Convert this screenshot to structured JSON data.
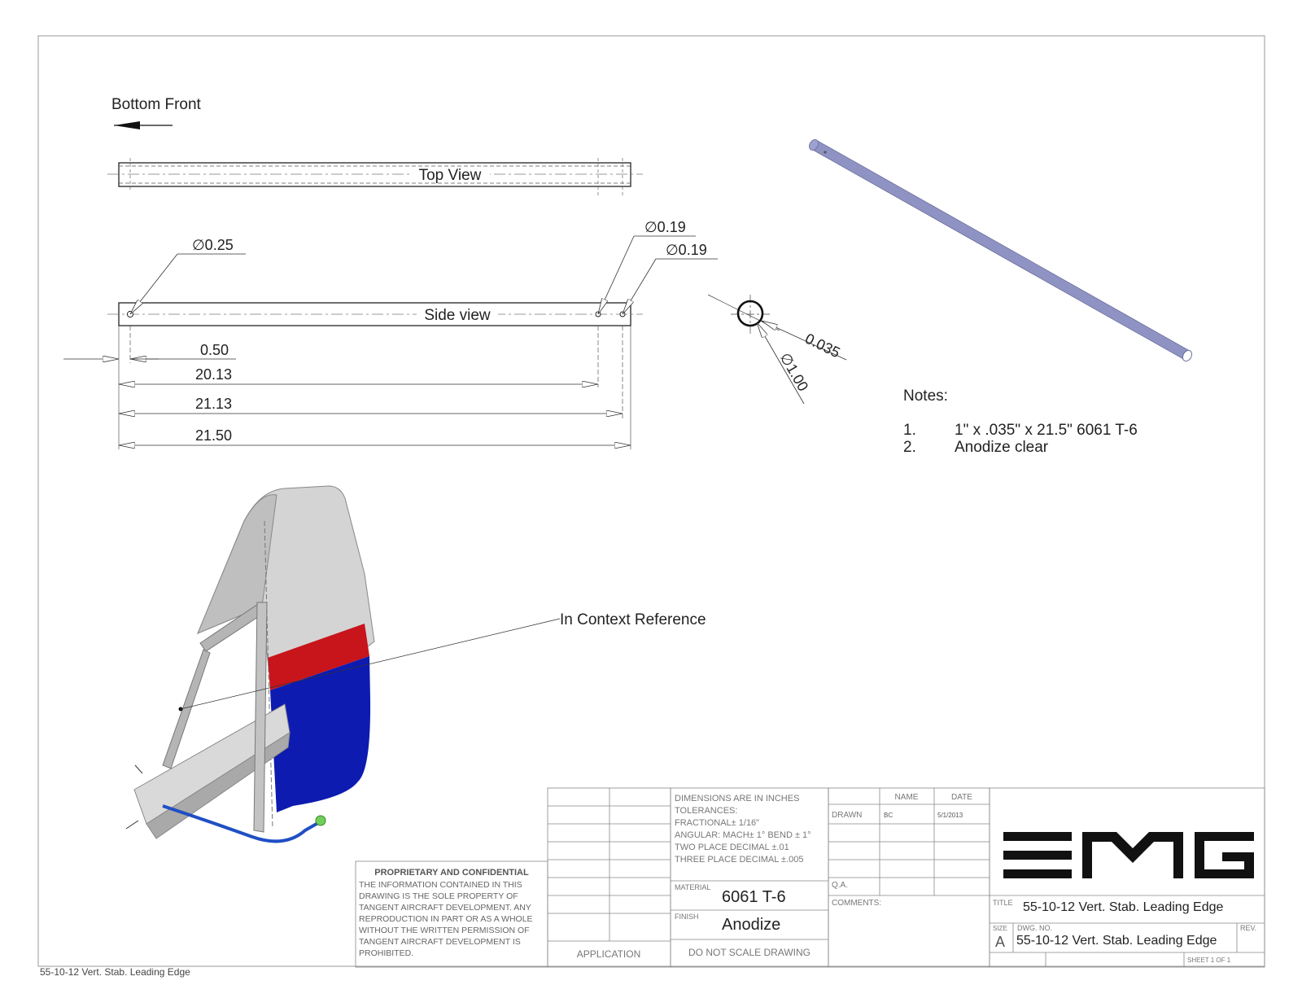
{
  "views": {
    "orientation_label": "Bottom Front",
    "top_view_label": "Top View",
    "side_view_label": "Side view"
  },
  "dimensions": {
    "hole_large": "∅0.25",
    "hole_small_1": "∅0.19",
    "hole_small_2": "∅0.19",
    "dim_050": "0.50",
    "dim_2013": "20.13",
    "dim_2113": "21.13",
    "dim_2150": "21.50",
    "wall": "0.035",
    "diameter": "∅1.00"
  },
  "notes": {
    "heading": "Notes:",
    "items": [
      {
        "num": "1.",
        "text": "1\" x .035\" x 21.5\"  6061 T-6"
      },
      {
        "num": "2.",
        "text": "Anodize clear"
      }
    ]
  },
  "callout": {
    "context_reference": "In Context Reference"
  },
  "title_block": {
    "proprietary": {
      "heading": "PROPRIETARY AND CONFIDENTIAL",
      "lines": [
        "THE INFORMATION CONTAINED IN THIS",
        "DRAWING IS THE SOLE PROPERTY OF",
        "TANGENT AIRCRAFT DEVELOPMENT.  ANY",
        "REPRODUCTION IN PART OR AS A WHOLE",
        "WITHOUT THE WRITTEN PERMISSION OF",
        "TANGENT AIRCRAFT DEVELOPMENT IS",
        "PROHIBITED."
      ]
    },
    "application": "APPLICATION",
    "tolerances": [
      "DIMENSIONS ARE IN INCHES",
      "TOLERANCES:",
      "FRACTIONAL± 1/16\"",
      "ANGULAR: MACH± 1° BEND ± 1°",
      "TWO PLACE DECIMAL    ±.01",
      "THREE PLACE DECIMAL   ±.005"
    ],
    "material_label": "MATERIAL",
    "material_value": "6061 T-6",
    "finish_label": "FINISH",
    "finish_value": "Anodize",
    "do_not_scale": "DO  NOT  SCALE  DRAWING",
    "name_header": "NAME",
    "date_header": "DATE",
    "drawn_label": "DRAWN",
    "drawn_name": "BC",
    "drawn_date": "5/1/2013",
    "qa_label": "Q.A.",
    "comments_label": "COMMENTS:",
    "logo_text": "EMG",
    "title_label": "TITLE",
    "title_value": "55-10-12 Vert. Stab. Leading Edge",
    "size_label": "SIZE",
    "size_value": "A",
    "dwg_no_label": "DWG.  NO.",
    "dwg_no_value": "55-10-12 Vert. Stab. Leading Edge",
    "rev_label": "REV.",
    "sheet_label": "SHEET 1 OF 1"
  },
  "footer": "55-10-12 Vert. Stab. Leading Edge",
  "colors": {
    "tube": "#a9acd6",
    "stripe_red": "#c8141b",
    "panel_blue": "#0d1bb0",
    "pipe_blue": "#1f4fc4",
    "fin_gray": "#c9c9c9"
  }
}
